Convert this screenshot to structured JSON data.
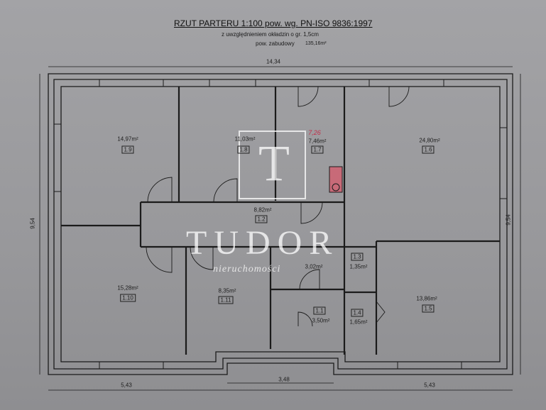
{
  "header": {
    "title": "RZUT PARTERU   1:100   pow. wg. PN-ISO 9836:1997",
    "subtitle": "z uwzględnieniem okładzin o gr. 1,5cm",
    "built_area_label": "pow. zabudowy",
    "built_area_value": "135,16m²"
  },
  "dimensions": {
    "top": "14,34",
    "left": "9,54",
    "right": "9,54",
    "bottom_left": "5,43",
    "bottom_middle": "3,48",
    "bottom_right": "5,43"
  },
  "rooms": [
    {
      "id": "1.9",
      "area": "14,97m²"
    },
    {
      "id": "1.8",
      "area": "11,03m²"
    },
    {
      "id": "1.7",
      "area": "7,46m²",
      "note": "7,26"
    },
    {
      "id": "1.6",
      "area": "24,80m²"
    },
    {
      "id": "1.2",
      "area": "8,82m²"
    },
    {
      "id": "1.10",
      "area": "15,28m²"
    },
    {
      "id": "1.11",
      "area": "8,35m²"
    },
    {
      "id": "",
      "area": "3,02m²"
    },
    {
      "id": "1.3",
      "area": "1,35m²"
    },
    {
      "id": "1.1",
      "area": "3,50m²"
    },
    {
      "id": "1.4",
      "area": "1,65m²"
    },
    {
      "id": "1.5",
      "area": "13,86m²"
    }
  ],
  "watermark": {
    "logo_letter": "T",
    "brand": "TUDOR",
    "tagline": "nieruchomości"
  }
}
